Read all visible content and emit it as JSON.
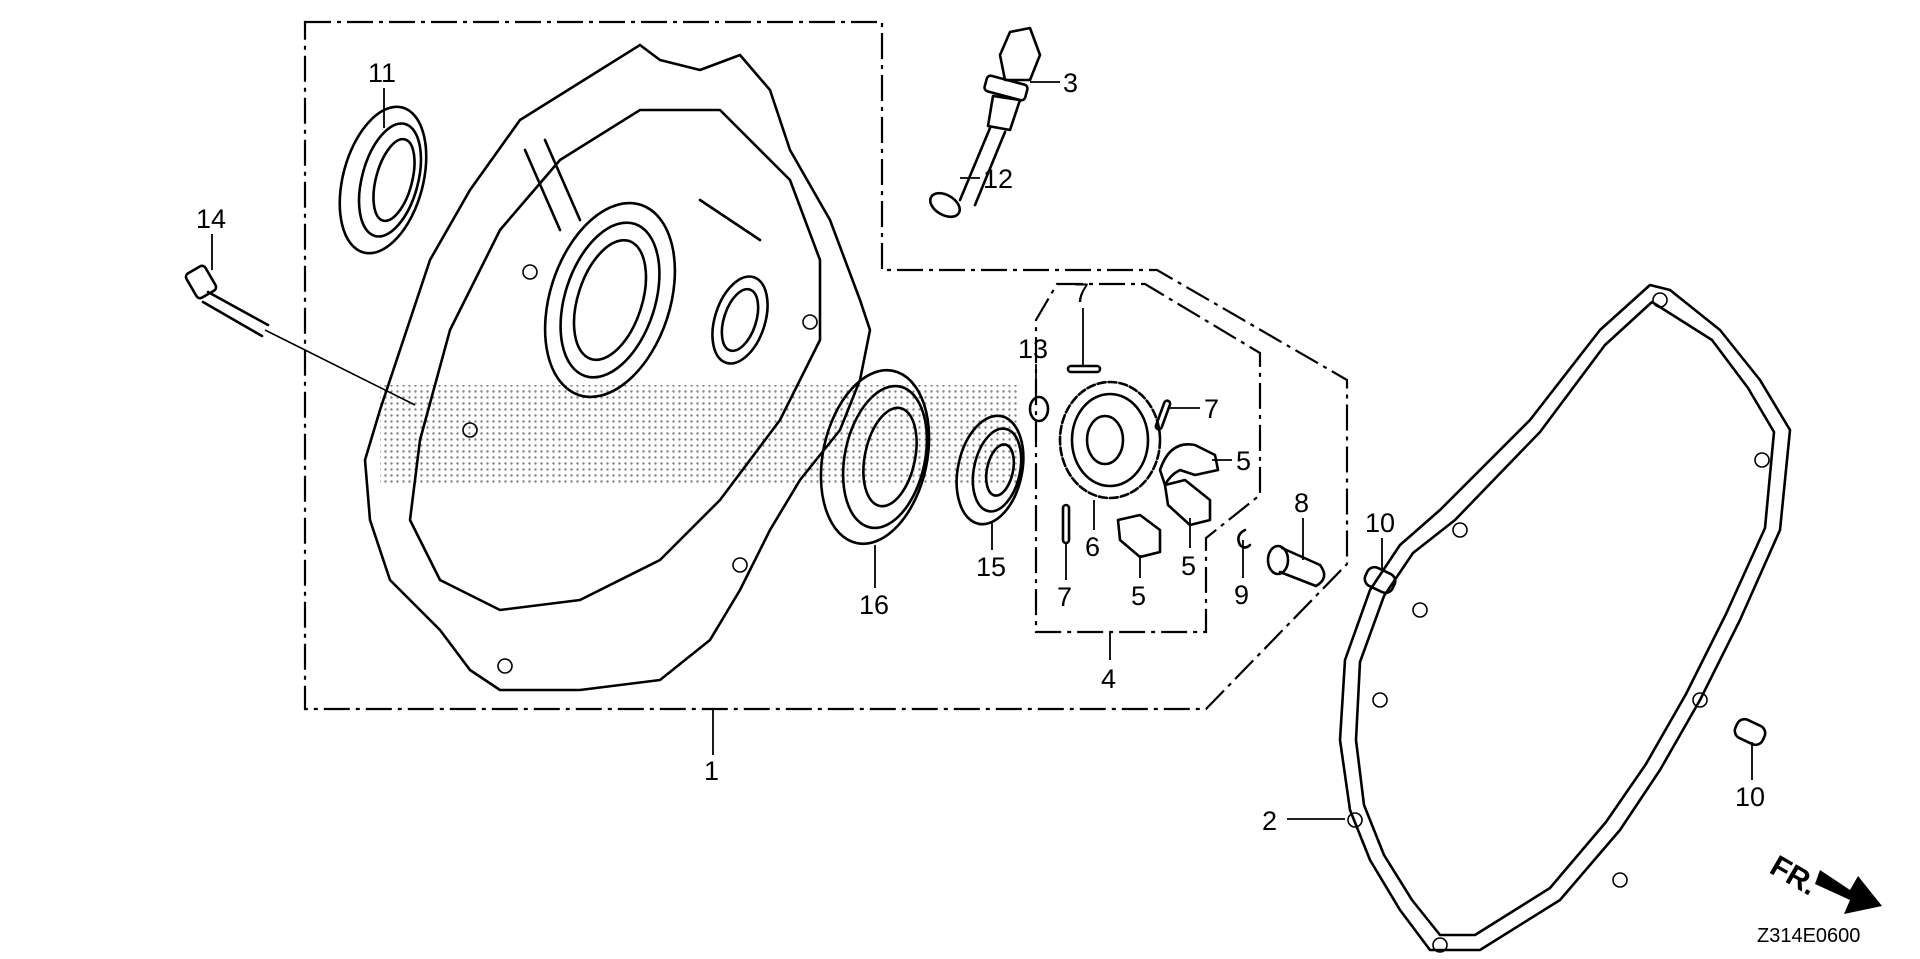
{
  "diagram": {
    "type": "exploded-parts-diagram",
    "subject": "Crankcase cover assembly",
    "diagram_code": "Z314E0600",
    "direction_marker": "FR.",
    "callouts": [
      {
        "id": "c1",
        "label": "1",
        "part": "crankcase-cover-assembly"
      },
      {
        "id": "c2",
        "label": "2",
        "part": "crankcase-cover-gasket"
      },
      {
        "id": "c3",
        "label": "3",
        "part": "oil-level-gauge"
      },
      {
        "id": "c4",
        "label": "4",
        "part": "governor-assembly"
      },
      {
        "id": "c5a",
        "label": "5",
        "part": "governor-component"
      },
      {
        "id": "c5b",
        "label": "5",
        "part": "governor-component"
      },
      {
        "id": "c5c",
        "label": "5",
        "part": "governor-component"
      },
      {
        "id": "c6",
        "label": "6",
        "part": "governor-gear"
      },
      {
        "id": "c7a",
        "label": "7",
        "part": "pin"
      },
      {
        "id": "c7b",
        "label": "7",
        "part": "pin"
      },
      {
        "id": "c7c",
        "label": "7",
        "part": "pin"
      },
      {
        "id": "c8",
        "label": "8",
        "part": "governor-shaft"
      },
      {
        "id": "c9",
        "label": "9",
        "part": "clip"
      },
      {
        "id": "c10a",
        "label": "10",
        "part": "dowel-pin"
      },
      {
        "id": "c10b",
        "label": "10",
        "part": "dowel-pin"
      },
      {
        "id": "c11",
        "label": "11",
        "part": "oil-seal"
      },
      {
        "id": "c12",
        "label": "12",
        "part": "o-ring"
      },
      {
        "id": "c13",
        "label": "13",
        "part": "washer"
      },
      {
        "id": "c14",
        "label": "14",
        "part": "flange-bolt"
      },
      {
        "id": "c15",
        "label": "15",
        "part": "ball-bearing"
      },
      {
        "id": "c16",
        "label": "16",
        "part": "radial-ball-bearing"
      }
    ]
  }
}
